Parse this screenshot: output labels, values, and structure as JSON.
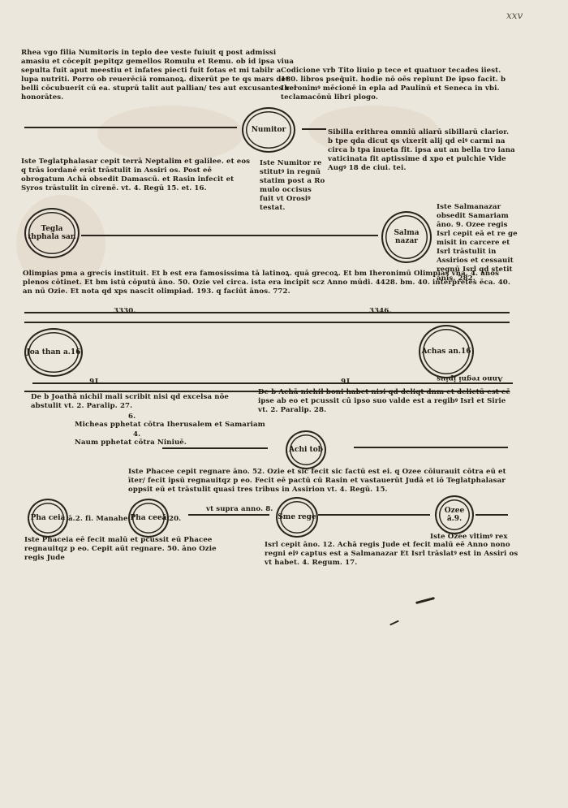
{
  "folio": "xxv",
  "top": {
    "left_para": "Rhea vgo filia Numitoris in teplo dee veste fuiuit q post admissi amasiu et cōcepit pepitqz gemellos Romulu et Remu. ob id ipsa viua sepulta fuit aput meestiu et infates piecti fuit fotas et mi tabilr a lupa nutriti. Porro ob reuerēciā romanoꝝ. dixerūt pe te qs mars deꝰ belli cōcubuerit cū ea. stuprū talit aut pallian/ tes aut excusantes vel honorātes.",
    "right_para": "Codicione vrb Tito liuio p tece et quatuor tecades iiest. 180. libros pseq̄uit. hodie nō oēs repiunt De ipso facit. b Iheronimꝰ mēcionē in epla ad Paulinū et Seneca in vbi. teclamacōnū libri plogo."
  },
  "row1": {
    "circle": "Numitor",
    "left_para": "Iste Teglatphalasar cepit terrā Neptalim et galilee. et eos q trās iordanē erāt trāstulit in Assiri os. Post eē obrogatum Achā obsedit Damascū. et Rasin infecit et Syros trāstulit in cirenē. vt. 4. Regū 15. et. 16.",
    "mid_para": "Iste Numitor re stitutꝰ in regnū statim post a Ro mulo occisus fuit vt Orosiꝰ testat.",
    "right_para": "Sibilla erithrea omniū aliarū sibillarū clarior. b tpe qda dicut qs vixerit alij qd eiꝰ carmi na circa b tpa inueta fit. ipsa aut an bella tro iana vaticinata fit aptissime d xpo et pulchie Vide Augꝰ 18 de ciui. tei."
  },
  "row2": {
    "left_circle": "Tegla thphala sar.",
    "right_circle": "Salma nazar",
    "right_para": "Iste Salmanazar obsedit Samariam āno. 9. Ozee regis Isrl cepit eā et re ge misit in carcere et Isrl trāstulit in Assirios et cessauit regnū Isrl qd stetit ānis. 282.",
    "wide_para": "Olimpias pma a grecis instituit. Et b est era famosissima tā latinoꝝ. quā grecoꝝ. Et bm Iheronimū Olimpias vna. 4. ānos plenos cōtinet. Et bm istū cōputū āno. 50. Ozie vel circa. ista era incipit scz Anno mūdi. 4428. bm. 40. interpretes ēca. 40. an nū Ozie. Et nota qd xps nascit olimpiad. 193. q faciūt ānos. 772."
  },
  "row3": {
    "year_left": "3330.",
    "year_right": "3346.",
    "left_circle": "Joa than a.16",
    "right_circle": "Achas an.16",
    "inverted_left": "16",
    "inverted_mid": "16",
    "inverted_right": "Anno regni ipius",
    "left_para": "De b Joathā nichil mali scribit nisi qd excelsa nōe abstulit vt. 2. Paralip. 27.",
    "right_para": "De b Achā nichil boni habet nisi qd deliqt dnm et delictū est eē ipse ab eo et pcussit cū ipso suo valde est a regibꝰ Isrl et Sirie vt. 2. Paralip. 28.",
    "micheas": "Micheas pphetat cōtra Iherusalem et Samariam",
    "micheas_num": "4.",
    "naum": "Naum pphetat cōtra Niniuē.",
    "center_circle": "Achi tob",
    "num_6": "6."
  },
  "row4": {
    "para": "Iste Phacee cepit regnare āno. 52. Ozie et sic fecit sic factū est ei. q Ozee cōiurauit cōtra eū et īter/ fecit ipsū regnauitqz p eo. Fecit eē pactū cū Rasin et vastauerūt Judā et iō Teglatphalasar oppsit eū et trāstulit quasi tres tribus in Assirion vt. 4. Regū. 15.",
    "circle1": "Pha ceia",
    "circle1_note": "ā.2. fi. Manahe",
    "circle2": "Pha ceeā",
    "circle2_note": "20.",
    "circle3": "Sme rege",
    "circle3_note": "vt supra anno. 8.",
    "circle4": "Ozee ā.9.",
    "left_para": "Iste Phaceia eē fecit malū et pcussit eū Phacee regnauitqz p eo. Cepit aūt regnare. 50. āno Ozie regis Jude",
    "mid_para": "Isrl cepit āno. 12. Achā regis Jude et fecit malū eē Anno nono regni eiꝰ captus est a Salmanazar Et Isrl trāslatꝰ est in Assiri os vt habet. 4. Regum. 17.",
    "right_para": "Iste Ozee vltimꝰ rex"
  }
}
